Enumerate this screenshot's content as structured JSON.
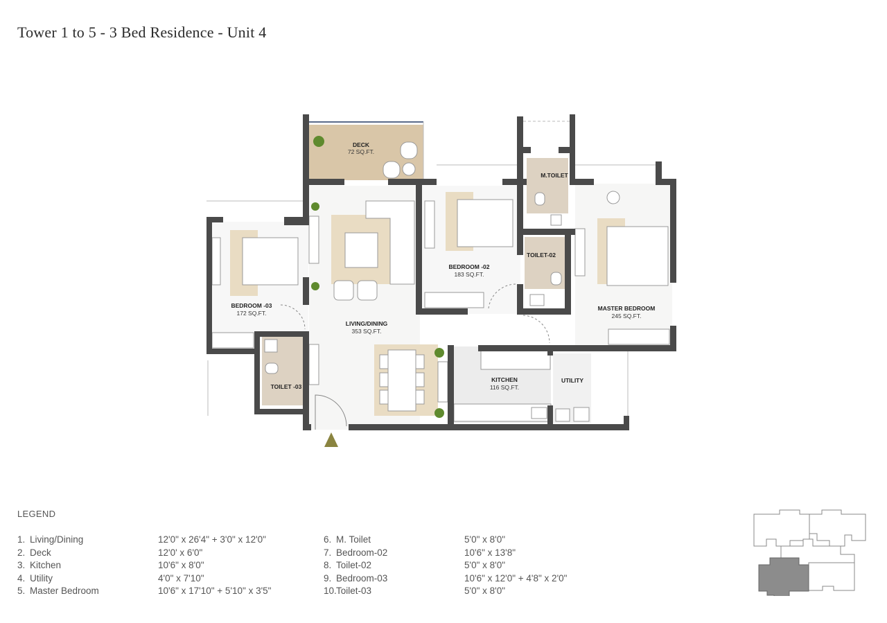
{
  "title": "Tower 1 to 5 - 3 Bed Residence - Unit 4",
  "rooms": {
    "deck": {
      "label": "DECK",
      "area": "72 SQ.FT."
    },
    "m_toilet": {
      "label": "M.TOILET"
    },
    "bedroom_03": {
      "label": "BEDROOM -03",
      "area": "172 SQ.FT."
    },
    "living_dining": {
      "label": "LIVING/DINING",
      "area": "353 SQ.FT."
    },
    "bedroom_02": {
      "label": "BEDROOM -02",
      "area": "183 SQ.FT."
    },
    "toilet_02": {
      "label": "TOILET-02"
    },
    "master_bedroom": {
      "label": "MASTER BEDROOM",
      "area": "245 SQ.FT."
    },
    "kitchen": {
      "label": "KITCHEN",
      "area": "116 SQ.FT."
    },
    "utility": {
      "label": "UTILITY"
    },
    "toilet_03": {
      "label": "TOILET -03"
    }
  },
  "legend": {
    "title": "LEGEND",
    "items": [
      {
        "num": "1.",
        "name": "Living/Dining",
        "dim": "12'0\" x 26'4\" + 3'0\" x 12'0\""
      },
      {
        "num": "2.",
        "name": "Deck",
        "dim": "12'0' x 6'0\""
      },
      {
        "num": "3.",
        "name": "Kitchen",
        "dim": "10'6\" x 8'0\""
      },
      {
        "num": "4.",
        "name": "Utility",
        "dim": "4'0\" x 7'10\""
      },
      {
        "num": "5.",
        "name": "Master Bedroom",
        "dim": "10'6\" x 17'10\" + 5'10\" x 3'5\""
      },
      {
        "num": "6.",
        "name": "M. Toilet",
        "dim": "5'0\" x 8'0\""
      },
      {
        "num": "7.",
        "name": "Bedroom-02",
        "dim": "10'6\" x 13'8\""
      },
      {
        "num": "8.",
        "name": "Toilet-02",
        "dim": "5'0\" x 8'0\""
      },
      {
        "num": "9.",
        "name": "Bedroom-03",
        "dim": "10'6\" x 12'0\" + 4'8\" x 2'0\""
      },
      {
        "num": "10.",
        "name": "Toilet-03",
        "dim": "5'0\" x 8'0\""
      }
    ]
  },
  "colors": {
    "wall": "#4a4a4a",
    "deck_wood": "#d9c6a8",
    "toilet_floor": "#ddd2c2",
    "rug": "#e9dcc3",
    "entry_marker": "#8a8440",
    "keyplan_highlight": "#8c8c8c"
  }
}
